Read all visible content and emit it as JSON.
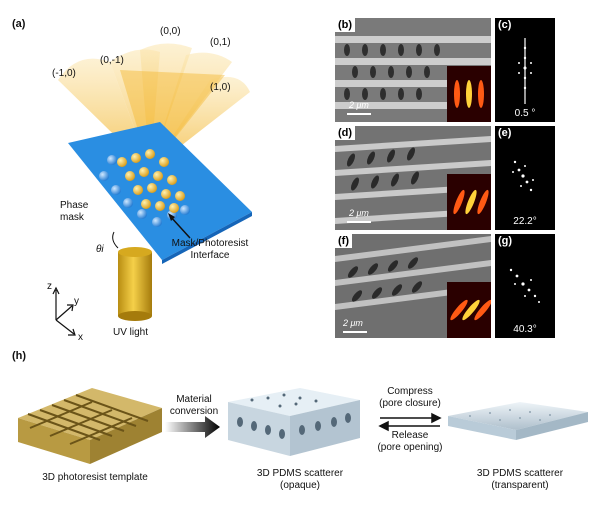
{
  "panel_a": {
    "letter": "(a)",
    "beams": [
      "(-1,0)",
      "(0,-1)",
      "(0,0)",
      "(0,1)",
      "(1,0)"
    ],
    "phase_mask_label": "Phase\nmask",
    "interface_label": "Mask/Photoresist\nInterface",
    "theta_label": "θi",
    "light_label": "UV light",
    "axes": {
      "z": "z",
      "y": "y",
      "x": "x"
    }
  },
  "panels_sem": [
    {
      "letter": "(b)",
      "scale": "2 μm"
    },
    {
      "letter": "(d)",
      "scale": "2 μm"
    },
    {
      "letter": "(f)",
      "scale": "2 μm"
    }
  ],
  "panels_fft": [
    {
      "letter": "(c)",
      "angle": "0.5 °"
    },
    {
      "letter": "(e)",
      "angle": "22.2°"
    },
    {
      "letter": "(g)",
      "angle": "40.3°"
    }
  ],
  "panel_h": {
    "letter": "(h)",
    "arrow1_label": "Material\nconversion",
    "compress_label": "Compress\n(pore closure)",
    "release_label": "Release\n(pore opening)",
    "caption1": "3D photoresist template",
    "caption2": "3D PDMS scatterer\n(opaque)",
    "caption3": "3D PDMS scatterer\n(transparent)"
  }
}
